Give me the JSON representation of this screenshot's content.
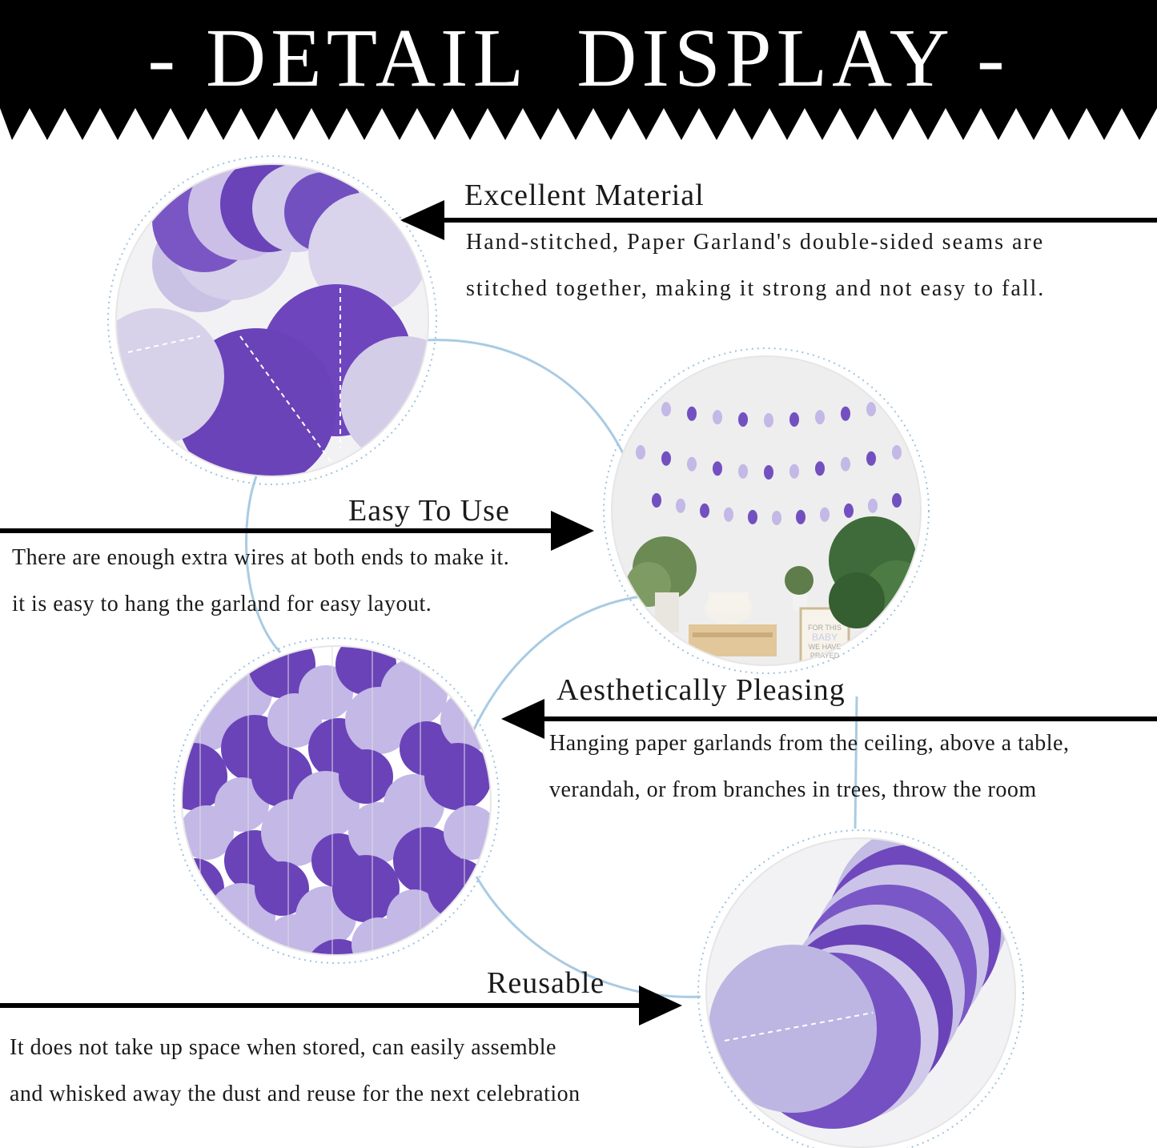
{
  "banner": {
    "title": "- DETAIL  DISPLAY -",
    "background": "#000000",
    "text_color": "#ffffff"
  },
  "colors": {
    "dark_purple": "#6a43b8",
    "mid_purple": "#8a6fd0",
    "light_lavender": "#c3b8e6",
    "pale_lavender": "#d6d0ea",
    "connector_blue": "#a9cbe3",
    "arrow": "#000000"
  },
  "features": [
    {
      "title": "Excellent Material",
      "lines": [
        "Hand-stitched, Paper Garland's double-sided seams are",
        "stitched together, making it strong and not easy to fall."
      ]
    },
    {
      "title": "Easy To Use",
      "lines": [
        "There are enough extra wires at both ends to make it.",
        "it is easy to hang the garland for easy layout."
      ]
    },
    {
      "title": "Aesthetically Pleasing",
      "lines": [
        "Hanging paper garlands from the ceiling, above a table,",
        "verandah, or from branches in trees, throw the room"
      ]
    },
    {
      "title": "Reusable",
      "lines": [
        "It does not take up space when stored, can easily assemble",
        "and whisked away the dust and reuse for the next celebration"
      ]
    }
  ],
  "photo_labels": {
    "sign": [
      "FOR THIS",
      "BABY",
      "WE HAVE",
      "PRAYED"
    ]
  },
  "icons": [
    "arrow-left-icon",
    "arrow-right-icon"
  ]
}
